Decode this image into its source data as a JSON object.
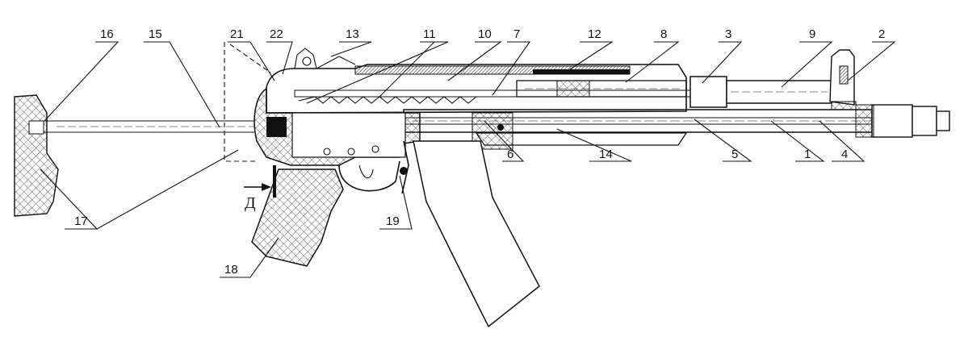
{
  "labels": [
    {
      "id": "16",
      "text": "16"
    },
    {
      "id": "15",
      "text": "15"
    },
    {
      "id": "21",
      "text": "21"
    },
    {
      "id": "22",
      "text": "22"
    },
    {
      "id": "13",
      "text": "13"
    },
    {
      "id": "11",
      "text": "11"
    },
    {
      "id": "10",
      "text": "10"
    },
    {
      "id": "7",
      "text": "7"
    },
    {
      "id": "12",
      "text": "12"
    },
    {
      "id": "8",
      "text": "8"
    },
    {
      "id": "3",
      "text": "3"
    },
    {
      "id": "9",
      "text": "9"
    },
    {
      "id": "2",
      "text": "2"
    },
    {
      "id": "6",
      "text": "6"
    },
    {
      "id": "14",
      "text": "14"
    },
    {
      "id": "5",
      "text": "5"
    },
    {
      "id": "1",
      "text": "1"
    },
    {
      "id": "4",
      "text": "4"
    },
    {
      "id": "17",
      "text": "17"
    },
    {
      "id": "19",
      "text": "19"
    },
    {
      "id": "18",
      "text": "18"
    }
  ],
  "view_marker": "Д"
}
